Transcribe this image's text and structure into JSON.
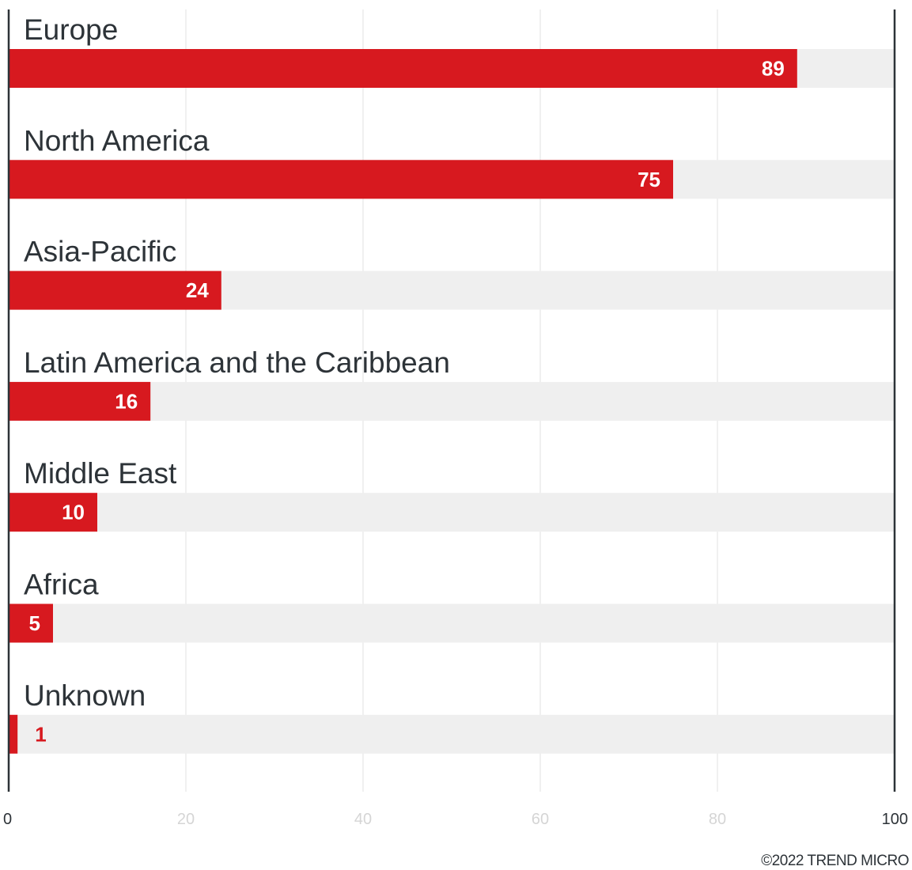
{
  "chart_data": {
    "type": "bar",
    "orientation": "horizontal",
    "categories": [
      "Europe",
      "North America",
      "Asia-Pacific",
      "Latin America and the Caribbean",
      "Middle East",
      "Africa",
      "Unknown"
    ],
    "values": [
      89,
      75,
      24,
      16,
      10,
      5,
      1
    ],
    "xlim": [
      0,
      100
    ],
    "xticks": [
      0,
      20,
      40,
      60,
      80,
      100
    ],
    "grid": true,
    "bar_color": "#d7191f",
    "track_color": "#efefef",
    "value_label_color_inside": "#ffffff",
    "value_label_color_outside": "#d7191f",
    "gridline_color": "#e6e6e6",
    "axis_color": "#2d3338"
  },
  "footer": {
    "copyright": "©2022 TREND MICRO"
  }
}
